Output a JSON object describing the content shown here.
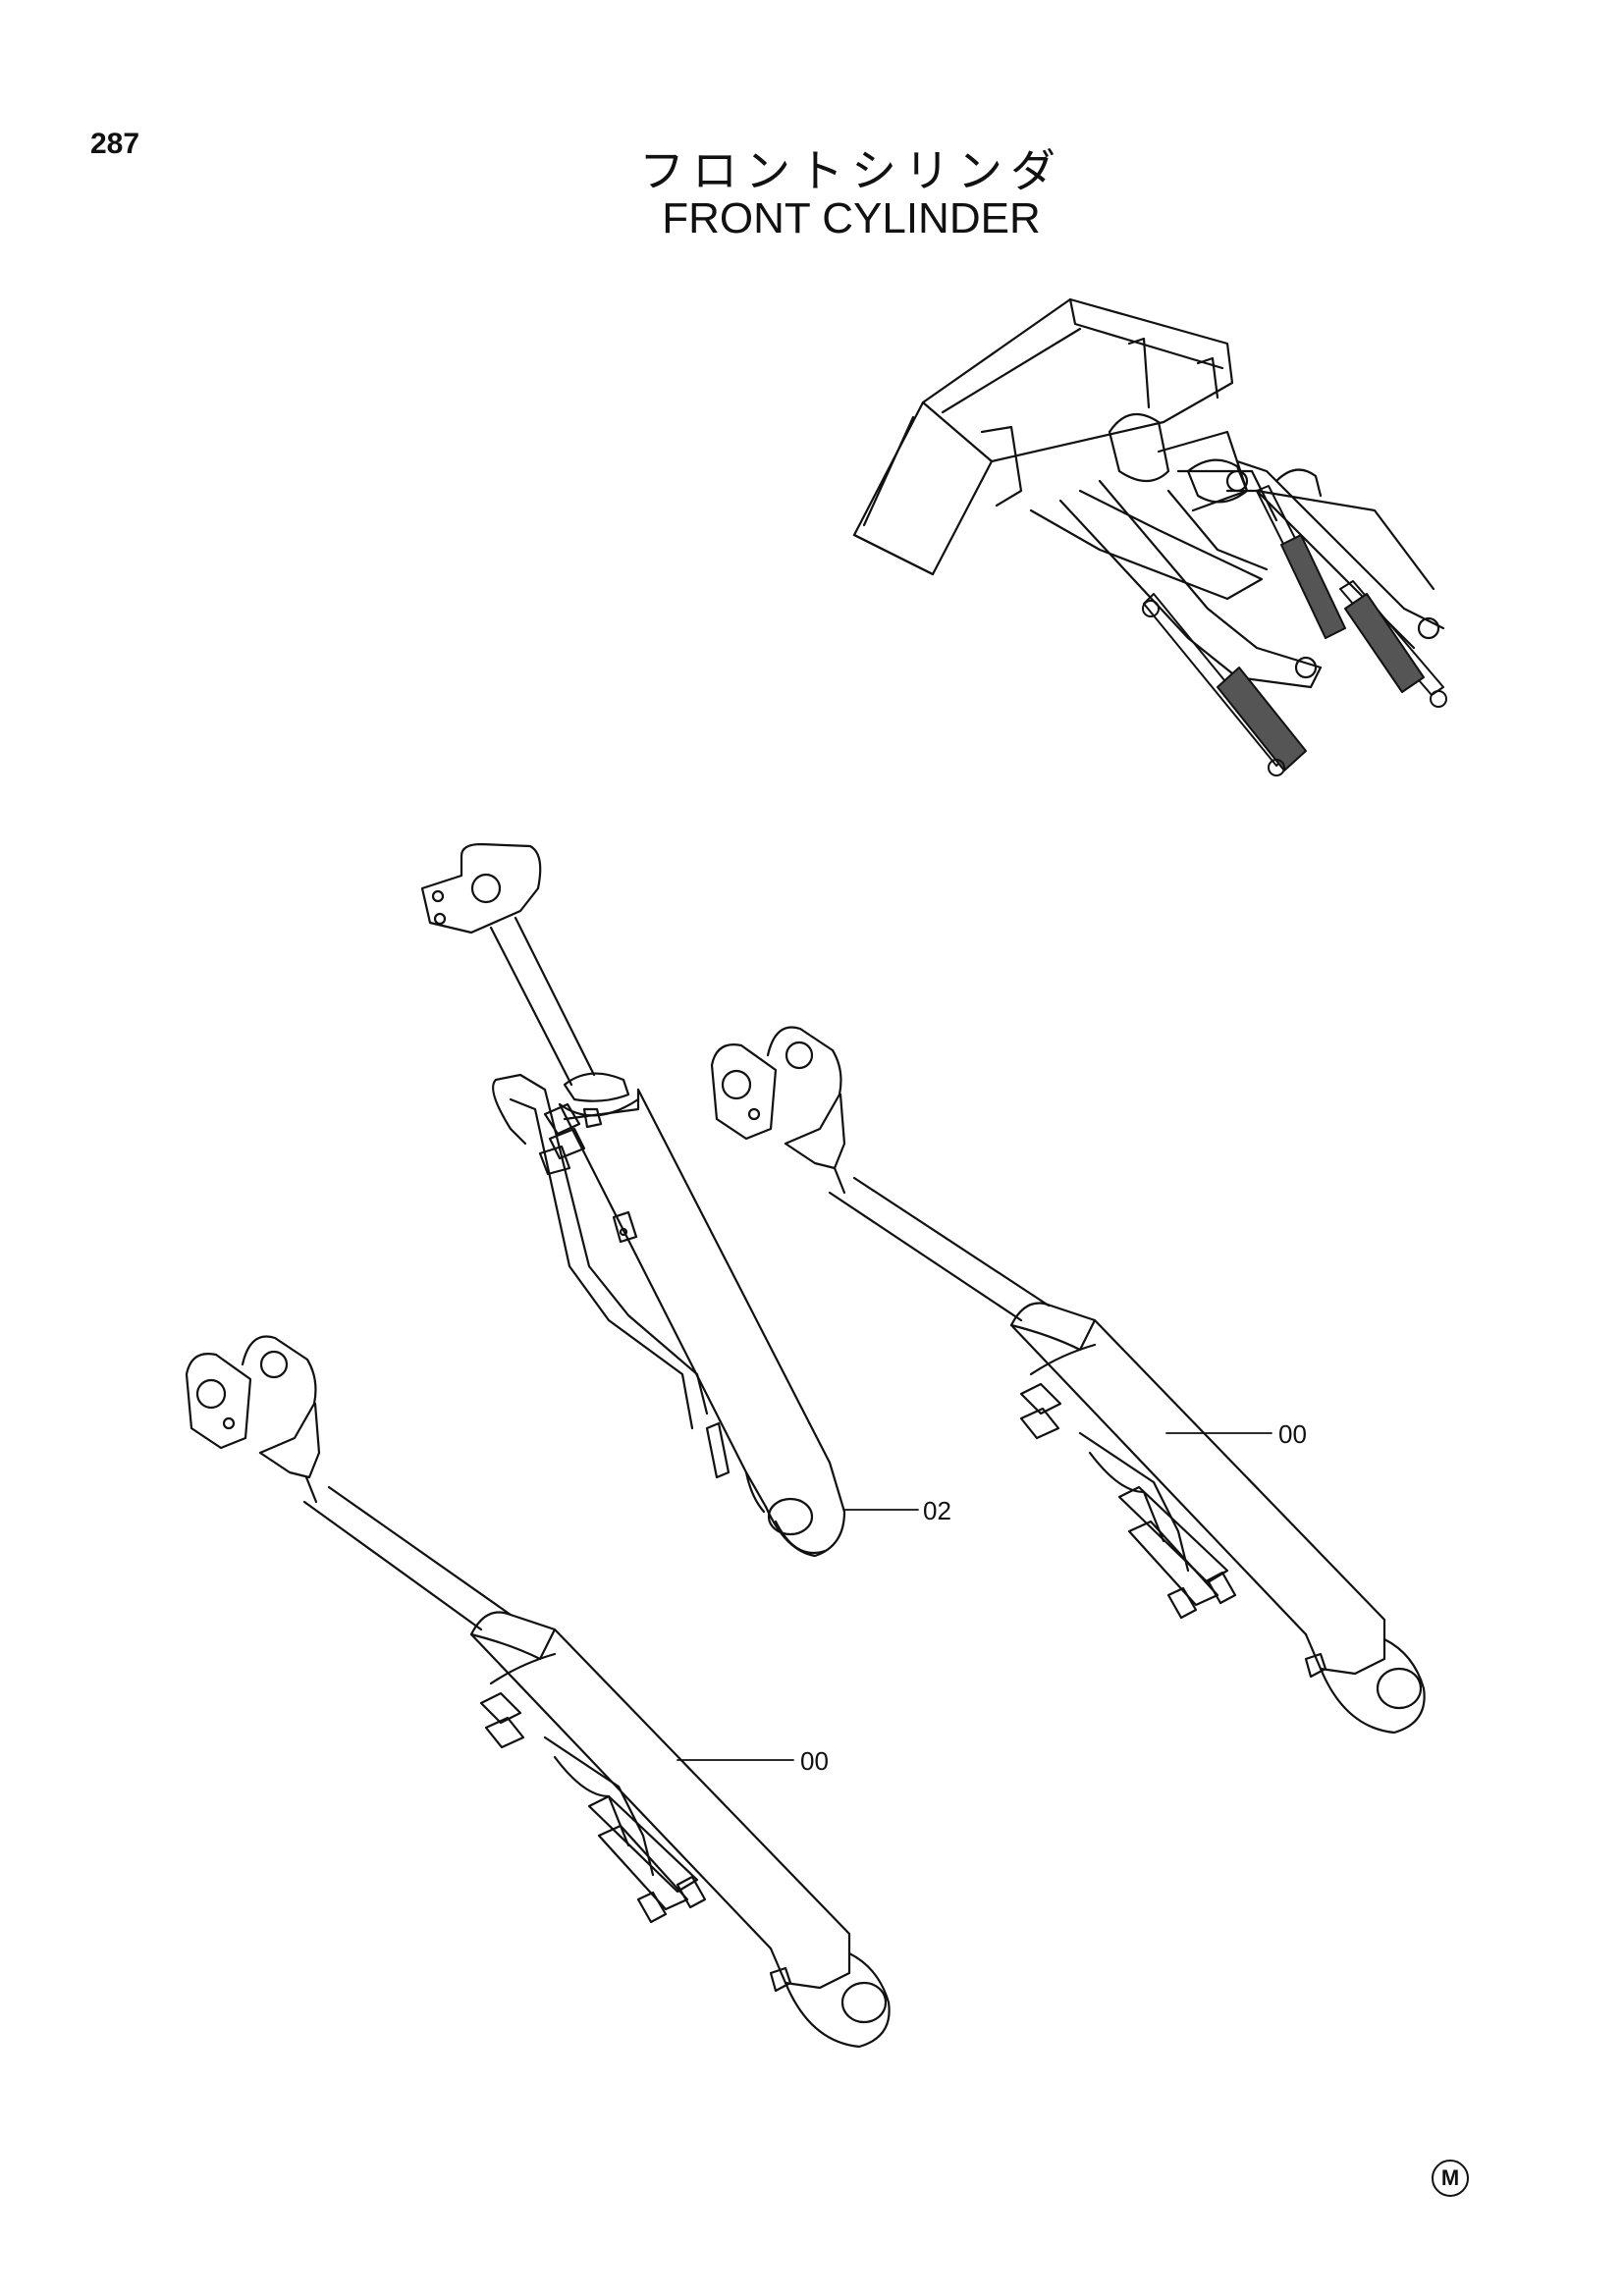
{
  "page": {
    "number": "287",
    "title_jp": "フロントシリンダ",
    "title_en": "FRONT CYLINDER",
    "mark": "M"
  },
  "callouts": [
    {
      "part": "bucket-cylinder",
      "label": "02"
    },
    {
      "part": "right-lift-cylinder",
      "label": "00"
    },
    {
      "part": "left-lift-cylinder",
      "label": "00"
    }
  ],
  "colors": {
    "ink": "#111111",
    "paper": "#ffffff",
    "cylinder_shade": "#444444"
  }
}
